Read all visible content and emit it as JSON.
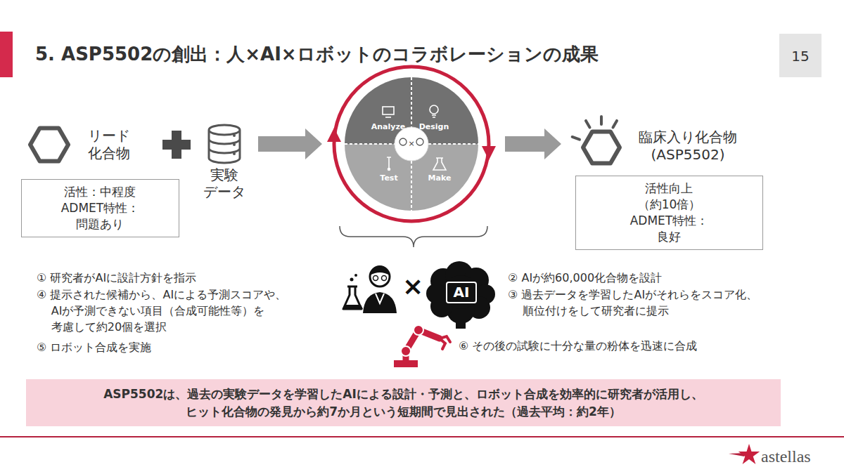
{
  "diagram": {
    "title": "5. ASP5502の創出：人×AI×ロボットのコラボレーションの成果",
    "nodes": [
      {
        "text": [
          "リード 化合物"
        ]
      },
      {
        "text": [
          "活性：中程度 ADMET特性：問題あり"
        ]
      },
      {
        "text": [
          "実験 データ"
        ]
      },
      {
        "text": [
          "Analyze",
          "Design",
          "Test",
          "Make"
        ]
      },
      {
        "text": [
          "臨床入り化合物 (ASP5502)"
        ]
      },
      {
        "text": [
          "活性向上（約10倍） ADMET特性：良好"
        ]
      },
      {
        "text": [
          "ASP5502は、過去の実験データを学習したAIによる設計・予測と、ロボット合成を効率的に研究者が活用し、 ヒット化合物の発見から約7か月という短期間で見出された（過去平均：約2年）"
        ]
      }
    ],
    "edges": [
      {
        "from": 2,
        "to": 3,
        "arrow": "to"
      },
      {
        "from": 3,
        "to": 4,
        "arrow": "to"
      }
    ],
    "labels": [
      "15",
      "① 研究者がAIに設計方針を指示",
      "④ 提示された候補から、AIによる予測スコアや、 AIが予測できない項目（合成可能性等）を 考慮して約20個を選択",
      "⑤ ロボット合成を実施",
      "×",
      "AI",
      "② AIが約60,000化合物を設計",
      "③ 過去データを学習したAIがそれらをスコア化、 順位付けをして研究者に提示",
      "⑥ その後の試験に十分な量の粉体を迅速に合成",
      "×",
      "astellas"
    ]
  }
}
